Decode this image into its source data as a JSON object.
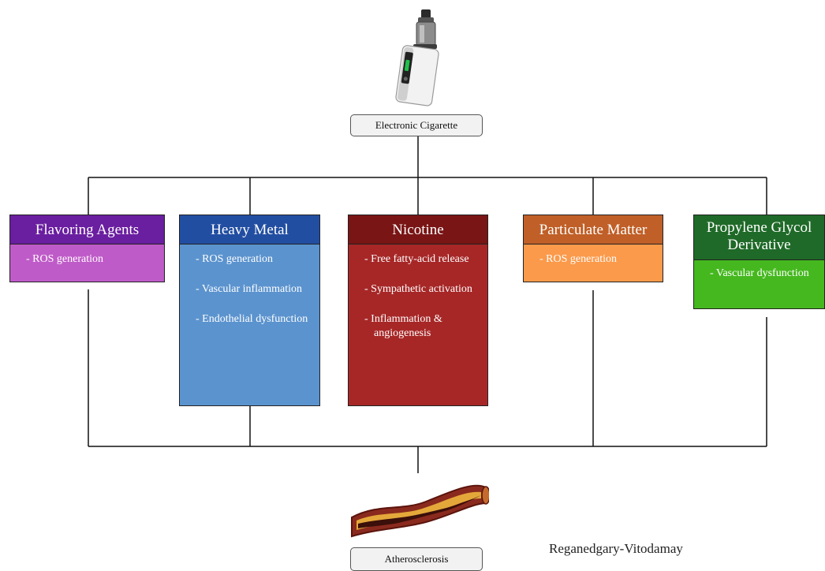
{
  "top_node": {
    "label": "Electronic Cigarette",
    "icon": "e-cigarette-icon"
  },
  "bottom_node": {
    "label": "Atherosclerosis",
    "icon": "artery-plaque-icon"
  },
  "components": [
    {
      "title": "Flavoring Agents",
      "header_color": "#6a1ea0",
      "body_color": "#bf5bc8",
      "effects": [
        "- ROS generation"
      ]
    },
    {
      "title": "Heavy Metal",
      "header_color": "#224ea2",
      "body_color": "#5b93ce",
      "effects": [
        "- ROS generation",
        "- Vascular inflammation",
        "- Endothelial dysfunction"
      ]
    },
    {
      "title": "Nicotine",
      "header_color": "#7a1515",
      "body_color": "#a72727",
      "effects": [
        "- Free fatty-acid release",
        "- Sympathetic activation",
        "- Inflammation & angiogenesis"
      ]
    },
    {
      "title": "Particulate Matter",
      "header_color": "#c05f27",
      "body_color": "#fb9a4b",
      "effects": [
        "- ROS generation"
      ]
    },
    {
      "title": "Propylene Glycol Derivative",
      "header_color": "#1f6a28",
      "body_color": "#45b81f",
      "effects": [
        "- Vascular dysfunction"
      ]
    }
  ],
  "credit": "Reganedgary-Vitodamay"
}
